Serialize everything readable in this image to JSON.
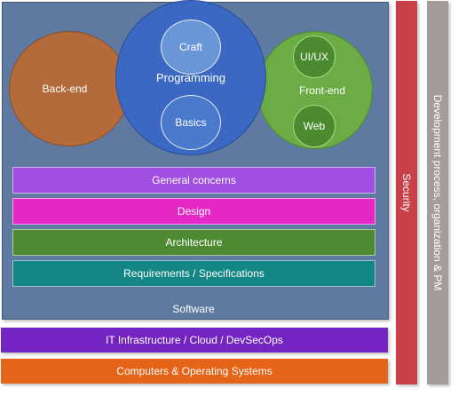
{
  "software": {
    "label": "Software"
  },
  "circles": {
    "backend": "Back-end",
    "programming": "Programming",
    "craft": "Craft",
    "basics": "Basics",
    "frontend": "Front-end",
    "uiux": "UI/UX",
    "web": "Web"
  },
  "layers": [
    {
      "label": "General concerns",
      "color": "#a04fe0"
    },
    {
      "label": "Design",
      "color": "#e629c6"
    },
    {
      "label": "Architecture",
      "color": "#4e8a31"
    },
    {
      "label": "Requirements / Specifications",
      "color": "#138685"
    }
  ],
  "bottom": [
    {
      "label": "IT Infrastructure / Cloud / DevSecOps",
      "color": "#7424c0"
    },
    {
      "label": "Computers & Operating Systems",
      "color": "#e66417"
    }
  ],
  "side": {
    "security": {
      "label": "Security",
      "color": "#c94148"
    },
    "process": {
      "label": "Development process, organization & PM",
      "color": "#a39c9a"
    }
  }
}
